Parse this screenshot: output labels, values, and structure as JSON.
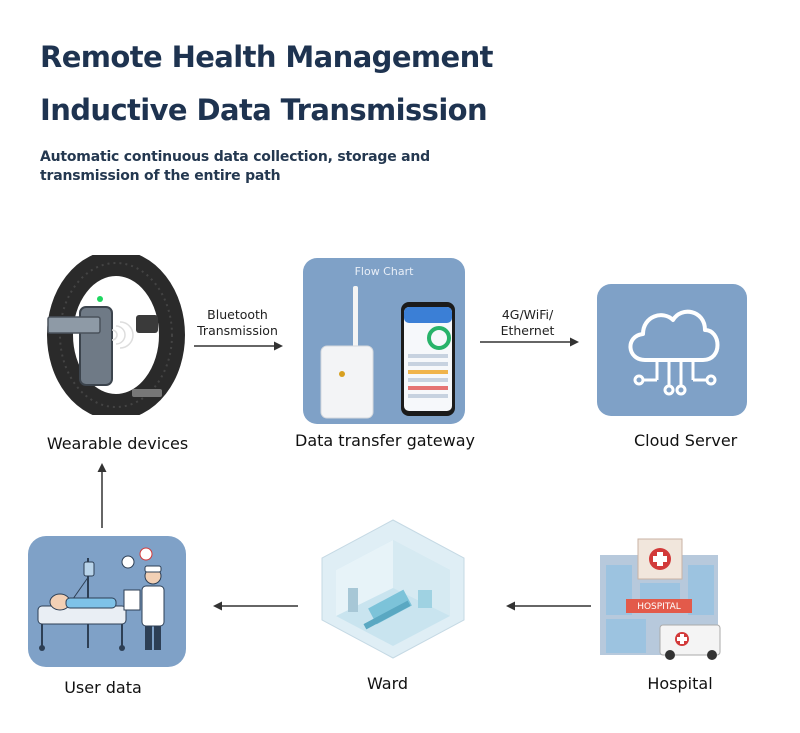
{
  "header": {
    "title_line1": "Remote Health Management",
    "title_line2": "Inductive Data Transmission",
    "subtitle_line1": "Automatic continuous data collection, storage and",
    "subtitle_line2": "transmission of the entire path"
  },
  "nodes": {
    "wearable": {
      "label": "Wearable devices"
    },
    "gateway": {
      "label": "Data transfer gateway",
      "card_title": "Flow Chart"
    },
    "cloud": {
      "label": "Cloud Server"
    },
    "hospital": {
      "label": "Hospital",
      "sign": "HOSPITAL"
    },
    "ward": {
      "label": "Ward"
    },
    "user": {
      "label": "User data"
    }
  },
  "edges": {
    "bluetooth": {
      "line1": "Bluetooth",
      "line2": "Transmission"
    },
    "network": {
      "line1": "4G/WiFi/",
      "line2": "Ethernet"
    }
  },
  "colors": {
    "card_bg": "#7fa1c7",
    "title": "#1e3350",
    "arrow": "#333333"
  }
}
